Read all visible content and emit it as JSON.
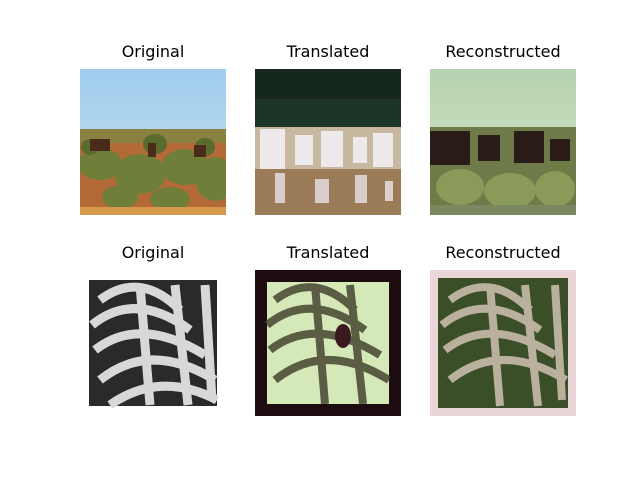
{
  "figure": {
    "rows": [
      {
        "panels": [
          {
            "title": "Original",
            "image_subject": "savanna-with-horses-photo"
          },
          {
            "title": "Translated",
            "image_subject": "savanna-translated-photo"
          },
          {
            "title": "Reconstructed",
            "image_subject": "savanna-reconstructed-photo"
          }
        ]
      },
      {
        "panels": [
          {
            "title": "Original",
            "image_subject": "zebra-stripes-grayscale-photo"
          },
          {
            "title": "Translated",
            "image_subject": "zebra-translated-photo"
          },
          {
            "title": "Reconstructed",
            "image_subject": "zebra-reconstructed-photo"
          }
        ]
      }
    ]
  },
  "colors": {
    "sky_original": "#a9d4ee",
    "ground_original": "#c46a2e",
    "sky_translated": "#1d3528",
    "sky_reconstructed": "#c8dcb8",
    "zebra_light_translated": "#d4e8b8",
    "zebra_dark_reconstructed": "#3a4e28"
  }
}
